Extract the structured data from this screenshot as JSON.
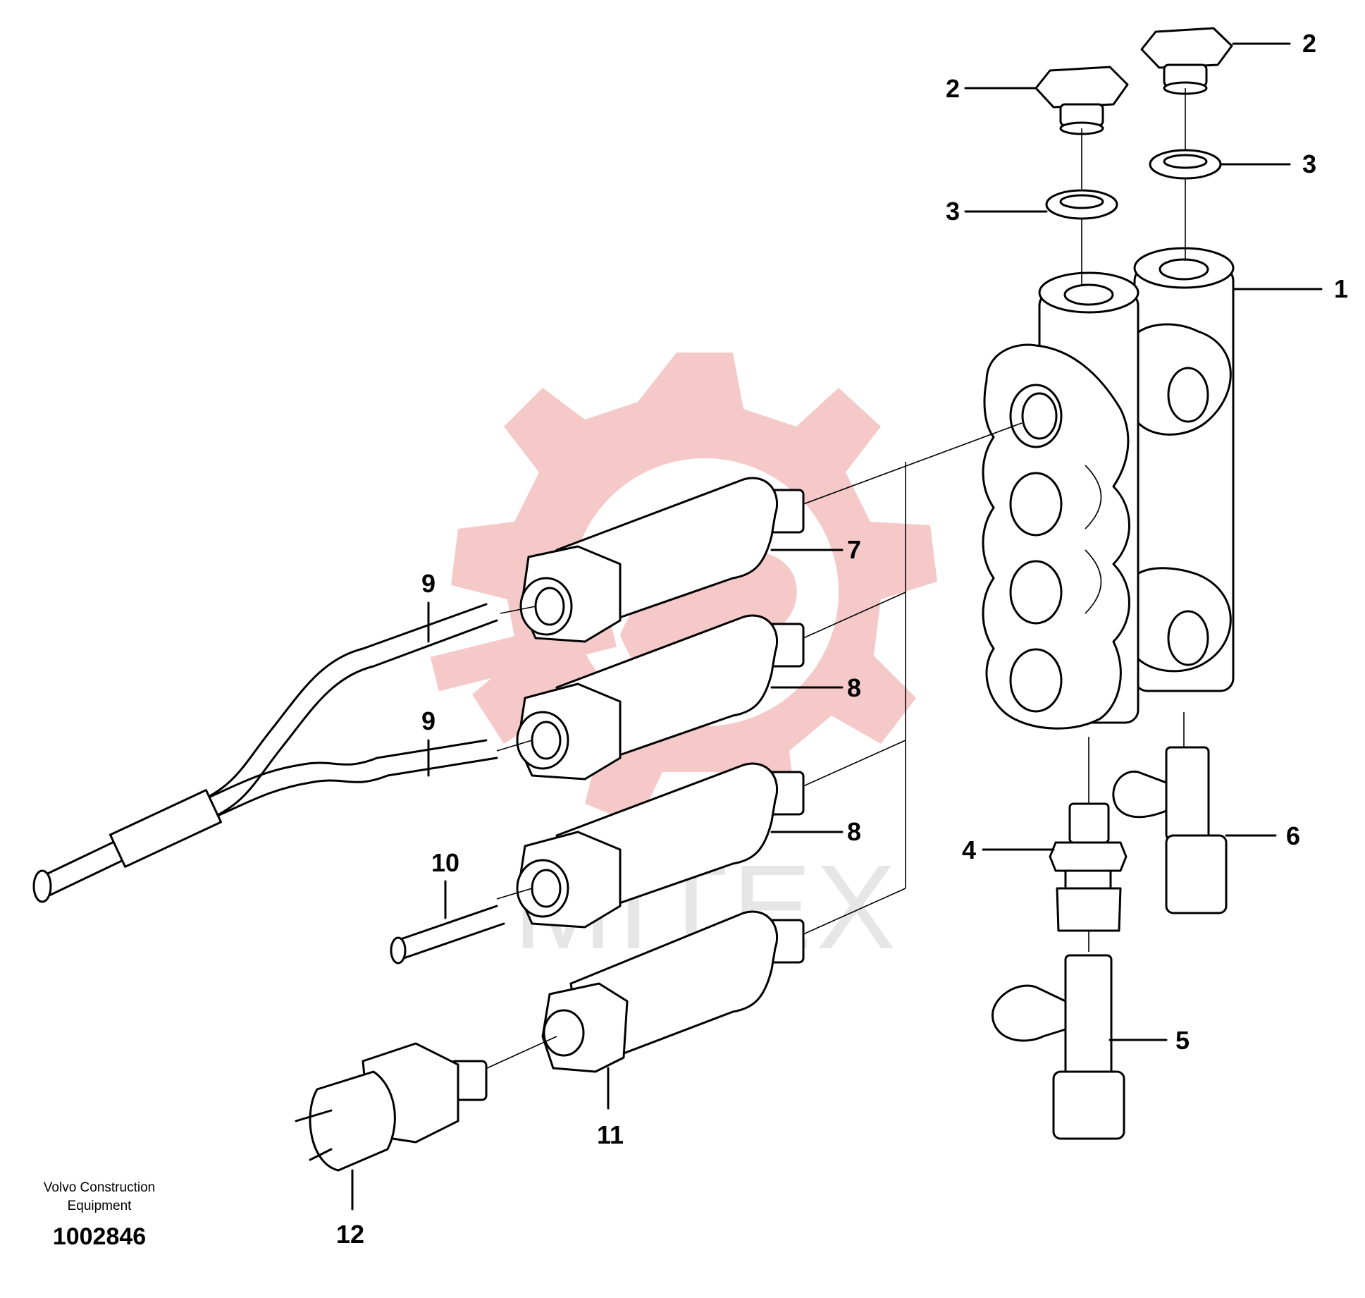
{
  "watermark": {
    "text": "MITEX",
    "color": "#f6c9c9"
  },
  "footer": {
    "brand_line1": "Volvo Construction",
    "brand_line2": "Equipment",
    "document_number": "1002846"
  },
  "callouts": {
    "c1": "1",
    "c2a": "2",
    "c2b": "2",
    "c3a": "3",
    "c3b": "3",
    "c4": "4",
    "c5": "5",
    "c6": "6",
    "c7": "7",
    "c8a": "8",
    "c8b": "8",
    "c9a": "9",
    "c9b": "9",
    "c10": "10",
    "c11": "11",
    "c12": "12"
  }
}
